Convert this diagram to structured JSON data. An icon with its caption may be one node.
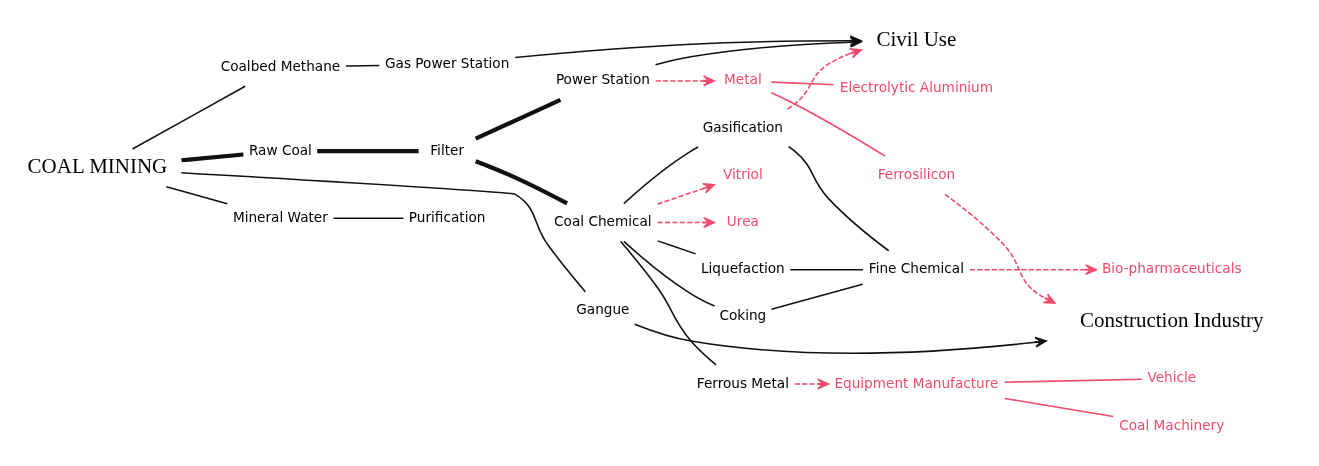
{
  "diagram": {
    "nodes": [
      {
        "text": [
          "COAL MINING"
        ]
      },
      {
        "text": [
          "Coalbed Methane"
        ]
      },
      {
        "text": [
          "Raw Coal"
        ]
      },
      {
        "text": [
          "Mineral Water"
        ]
      },
      {
        "text": [
          "Gangue"
        ]
      },
      {
        "text": [
          "Gas Power Station"
        ]
      },
      {
        "text": [
          "Filter"
        ]
      },
      {
        "text": [
          "Purification"
        ]
      },
      {
        "text": [
          "Power Station"
        ]
      },
      {
        "text": [
          "Coal Chemical"
        ]
      },
      {
        "text": [
          "Coking"
        ]
      },
      {
        "text": [
          "Gasification"
        ]
      },
      {
        "text": [
          "Liquefaction"
        ]
      },
      {
        "text": [
          "Ferrous Metal"
        ]
      },
      {
        "text": [
          "Fine Chemical"
        ]
      },
      {
        "text": [
          "Civil Use"
        ]
      },
      {
        "text": [
          "Bio-pharmaceuticals"
        ]
      },
      {
        "text": [
          "Metal"
        ]
      },
      {
        "text": [
          "Electrolytic Aluminium"
        ]
      },
      {
        "text": [
          "Ferrosilicon"
        ]
      },
      {
        "text": [
          "Construction Industry"
        ]
      },
      {
        "text": [
          "Equipment Manufacture"
        ]
      },
      {
        "text": [
          "Vehicle"
        ]
      },
      {
        "text": [
          "Coal Machinery"
        ]
      },
      {
        "text": [
          "Vitriol"
        ]
      },
      {
        "text": [
          "Urea"
        ]
      }
    ],
    "edges": [
      {
        "from": 0,
        "to": 1,
        "arrow": "none"
      },
      {
        "from": 0,
        "to": 2,
        "arrow": "none",
        "style": "thick"
      },
      {
        "from": 0,
        "to": 3,
        "arrow": "none"
      },
      {
        "from": 0,
        "to": 4,
        "arrow": "none"
      },
      {
        "from": 1,
        "to": 5,
        "arrow": "none"
      },
      {
        "from": 2,
        "to": 6,
        "arrow": "none",
        "style": "thick"
      },
      {
        "from": 3,
        "to": 7,
        "arrow": "none"
      },
      {
        "from": 6,
        "to": 8,
        "arrow": "none",
        "style": "thick"
      },
      {
        "from": 6,
        "to": 9,
        "arrow": "none",
        "style": "thick"
      },
      {
        "from": 5,
        "to": 15,
        "arrow": "to"
      },
      {
        "from": 8,
        "to": 15,
        "arrow": "to"
      },
      {
        "from": 9,
        "to": 10,
        "arrow": "none"
      },
      {
        "from": 9,
        "to": 11,
        "arrow": "none"
      },
      {
        "from": 9,
        "to": 12,
        "arrow": "none"
      },
      {
        "from": 9,
        "to": 13,
        "arrow": "none"
      },
      {
        "from": 10,
        "to": 14,
        "arrow": "none"
      },
      {
        "from": 11,
        "to": 14,
        "arrow": "none"
      },
      {
        "from": 12,
        "to": 14,
        "arrow": "none"
      },
      {
        "from": 11,
        "to": 15,
        "arrow": "to",
        "style": "dashed",
        "color": "#ef4b6c"
      },
      {
        "from": 14,
        "to": 16,
        "arrow": "to",
        "style": "dashed",
        "color": "#ef4b6c"
      },
      {
        "from": 8,
        "to": 17,
        "arrow": "to",
        "style": "dashed",
        "color": "#ef4b6c"
      },
      {
        "from": 17,
        "to": 18,
        "arrow": "none",
        "color": "#ef4b6c"
      },
      {
        "from": 17,
        "to": 19,
        "arrow": "none",
        "color": "#ef4b6c"
      },
      {
        "from": 19,
        "to": 20,
        "arrow": "to",
        "style": "dashed",
        "color": "#ef4b6c"
      },
      {
        "from": 4,
        "to": 20,
        "arrow": "to"
      },
      {
        "from": 13,
        "to": 21,
        "arrow": "to",
        "style": "dashed",
        "color": "#ef4b6c"
      },
      {
        "from": 21,
        "to": 22,
        "arrow": "none",
        "color": "#ef4b6c"
      },
      {
        "from": 21,
        "to": 23,
        "arrow": "none",
        "color": "#ef4b6c"
      },
      {
        "from": 9,
        "to": 24,
        "arrow": "to",
        "style": "dashed",
        "color": "#ef4b6c"
      },
      {
        "from": 9,
        "to": 25,
        "arrow": "to",
        "style": "dashed",
        "color": "#ef4b6c"
      }
    ]
  }
}
